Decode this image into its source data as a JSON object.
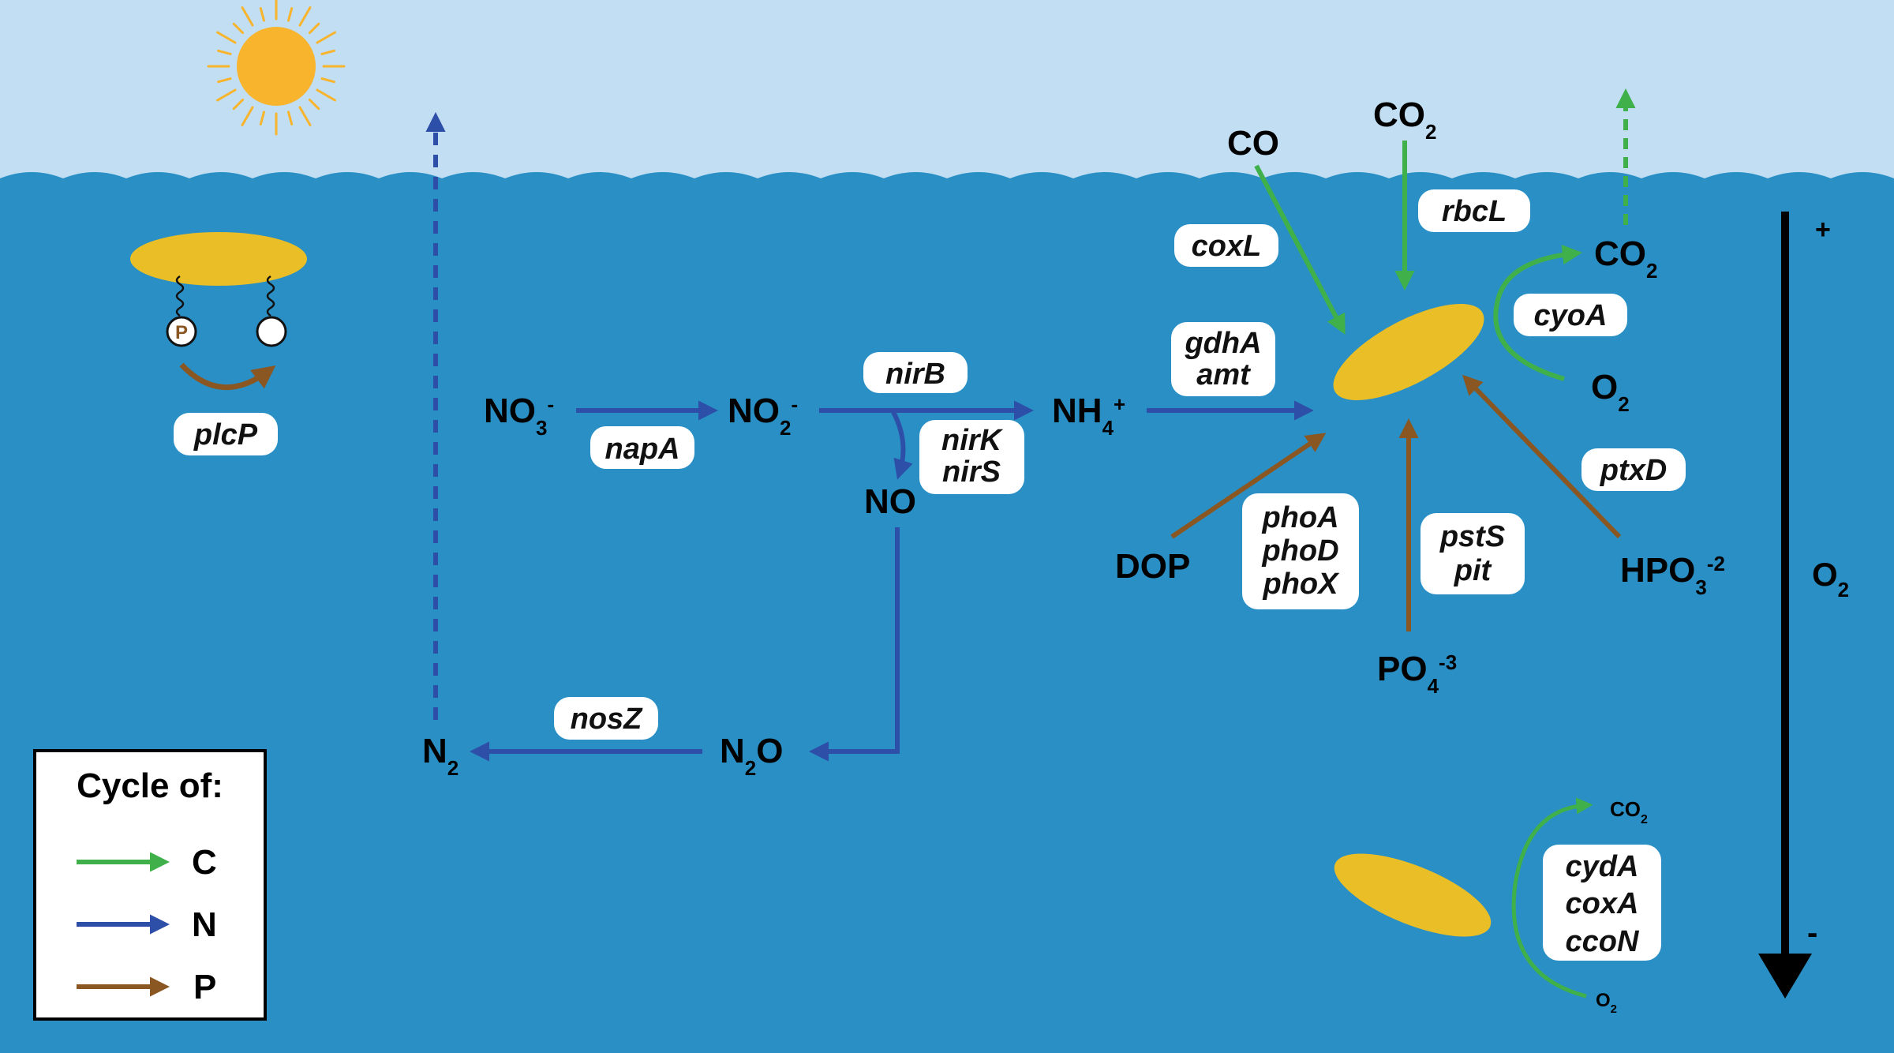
{
  "colors": {
    "sky": "#c2def3",
    "water": "#2a8fc4",
    "water_deep": "#1f7fb8",
    "carbon": "#3fb04a",
    "nitrogen": "#2d4fa8",
    "phosphorus": "#8a5722",
    "cell": "#e9be27",
    "sun": "#f7b42c"
  },
  "legend": {
    "title": "Cycle of:",
    "items": [
      {
        "label": "C",
        "color": "#3fb04a"
      },
      {
        "label": "N",
        "color": "#2d4fa8"
      },
      {
        "label": "P",
        "color": "#8a5722"
      }
    ]
  },
  "genes": {
    "plcP": "plcP",
    "napA": "napA",
    "nirB": "nirB",
    "nirK": "nirK",
    "nirS": "nirS",
    "nosZ": "nosZ",
    "gdhA": "gdhA",
    "amt": "amt",
    "coxL": "coxL",
    "rbcL": "rbcL",
    "cyoA": "cyoA",
    "phoA": "phoA",
    "phoD": "phoD",
    "phoX": "phoX",
    "pstS": "pstS",
    "pit": "pit",
    "ptxD": "ptxD",
    "cydA": "cydA",
    "coxA": "coxA",
    "ccoN": "ccoN"
  },
  "compounds": {
    "no3": {
      "base": "NO",
      "sub": "3",
      "sup": "-"
    },
    "no2": {
      "base": "NO",
      "sub": "2",
      "sup": "-"
    },
    "nh4": {
      "base": "NH",
      "sub": "4",
      "sup": "+"
    },
    "no": {
      "base": "NO"
    },
    "n2o": {
      "base": "N",
      "sub": "2",
      "rest": "O"
    },
    "n2": {
      "base": "N",
      "sub": "2"
    },
    "co": {
      "base": "CO"
    },
    "co2_top": {
      "base": "CO",
      "sub": "2"
    },
    "co2_right": {
      "base": "CO",
      "sub": "2"
    },
    "o2_right": {
      "base": "O",
      "sub": "2"
    },
    "dop": {
      "base": "DOP"
    },
    "po4": {
      "base": "PO",
      "sub": "4",
      "sup": "-3"
    },
    "hpo3": {
      "base": "HPO",
      "sub": "3",
      "sup": "-2"
    },
    "co2_small": {
      "base": "CO",
      "sub": "2"
    },
    "o2_small": {
      "base": "O",
      "sub": "2"
    }
  },
  "gradient": {
    "label": {
      "base": "O",
      "sub": "2"
    },
    "plus": "+",
    "minus": "-"
  },
  "phosphate_symbol": "P"
}
